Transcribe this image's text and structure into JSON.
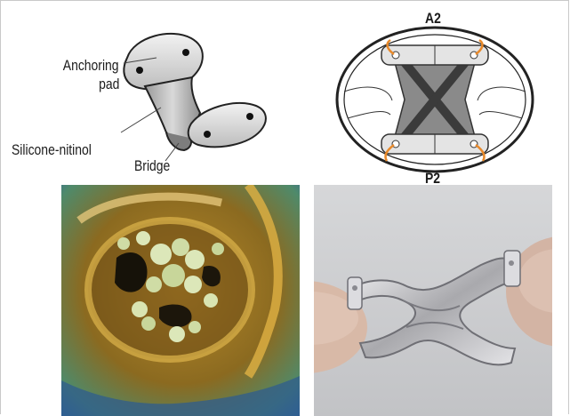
{
  "panels": {
    "device_diagram": {
      "labels": {
        "anchoring_line1": "Anchoring",
        "anchoring_line2": "pad",
        "silicone": "Silicone-nitinol",
        "bridge": "Bridge"
      }
    },
    "valve_schematic": {
      "labels": {
        "top": "A2",
        "bottom": "P2"
      },
      "colors": {
        "cross": "#3b3b3b",
        "suture": "#e8892a",
        "pad": "#d8d8d8",
        "body": "#8a8a8a"
      }
    },
    "echo_image": {
      "colors": {
        "tissue_light": "#dce7b9",
        "tissue_gold": "#c99a2c",
        "edge_blue": "#2e63a6"
      }
    },
    "device_photo": {
      "colors": {
        "background": "#c9cbcd",
        "metal": "#b6b6ba",
        "finger": "#d8b9a7"
      }
    }
  }
}
